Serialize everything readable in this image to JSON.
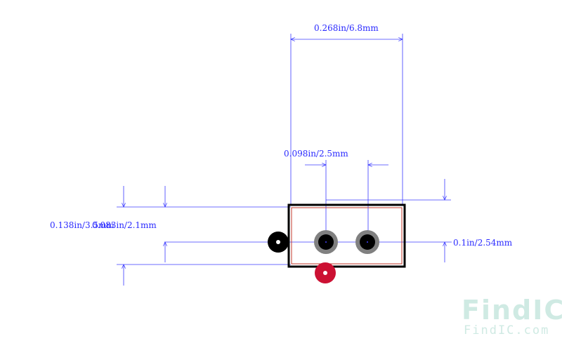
{
  "dimensions": {
    "overall_width": "0.268in/6.8mm",
    "pin_pitch": "0.098in/2.5mm",
    "body_height": "0.138in/3.5mm",
    "pin_offset": "0.083in/2.1mm",
    "pad_offset": "0.1in/2.54mm"
  },
  "watermark": {
    "brand": "FindIC",
    "url": "FindIC.com"
  },
  "colors": {
    "dimension_line": "#3b3bff",
    "body_outline": "#000000",
    "courtyard": "#c0392b",
    "pad_ring": "#808080",
    "pin1_marker": "#000000",
    "polarity_marker": "#cc1133",
    "watermark": "#a9d9cd"
  }
}
